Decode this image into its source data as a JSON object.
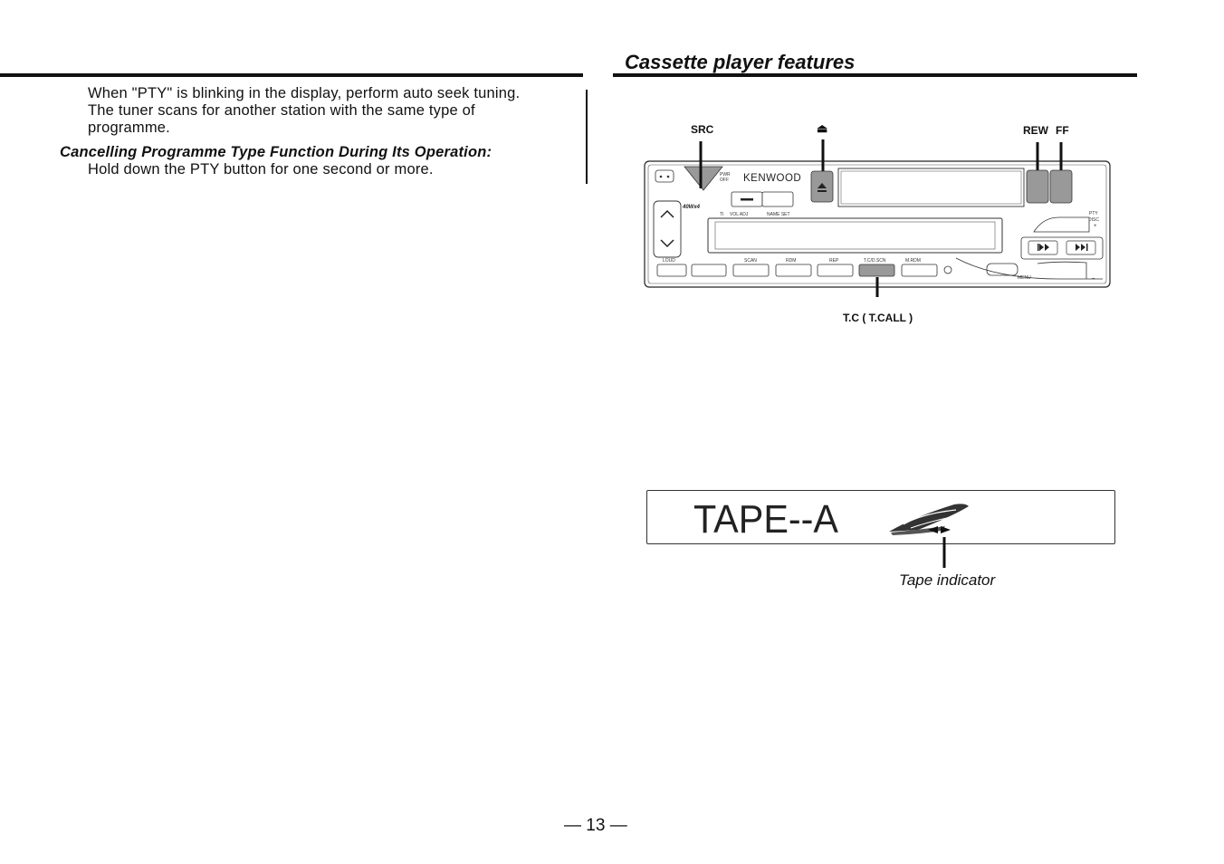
{
  "left": {
    "para1_lines": [
      "When \"PTY\" is blinking in the display, perform auto seek tuning.",
      "The tuner scans for another station with the same type of",
      "programme."
    ],
    "subheading": "Cancelling Programme Type Function During Its Operation:",
    "para2": "Hold down the PTY button for one second or more."
  },
  "right": {
    "heading": "Cassette player features",
    "callouts": {
      "src": "SRC",
      "eject": "⏏",
      "rew": "REW",
      "ff": "FF",
      "tc": "T.C ( T.CALL )"
    },
    "device": {
      "brand": "KENWOOD",
      "power_label_top": "PWR",
      "power_label_bottom": "OFF",
      "watt_badge": "40Wx4",
      "ti_label": "TI",
      "vol_adj_label": "VOL ADJ",
      "name_set_label": "NAME SET",
      "loud_label": "LOUD",
      "scan_label": "SCAN",
      "rdm_label": "RDM",
      "rep_label": "REP",
      "tc_button_label": "T.C/D.SCN",
      "mrdm_label": "M.RDM",
      "menu_label": "MENU",
      "pty_label": "PTY",
      "disc_label": "DISC",
      "plus_label": "+",
      "minus_label": "–"
    },
    "display_text": "TAPE--A",
    "tape_indicator_caption": "Tape indicator"
  },
  "page_number": "— 13 —"
}
